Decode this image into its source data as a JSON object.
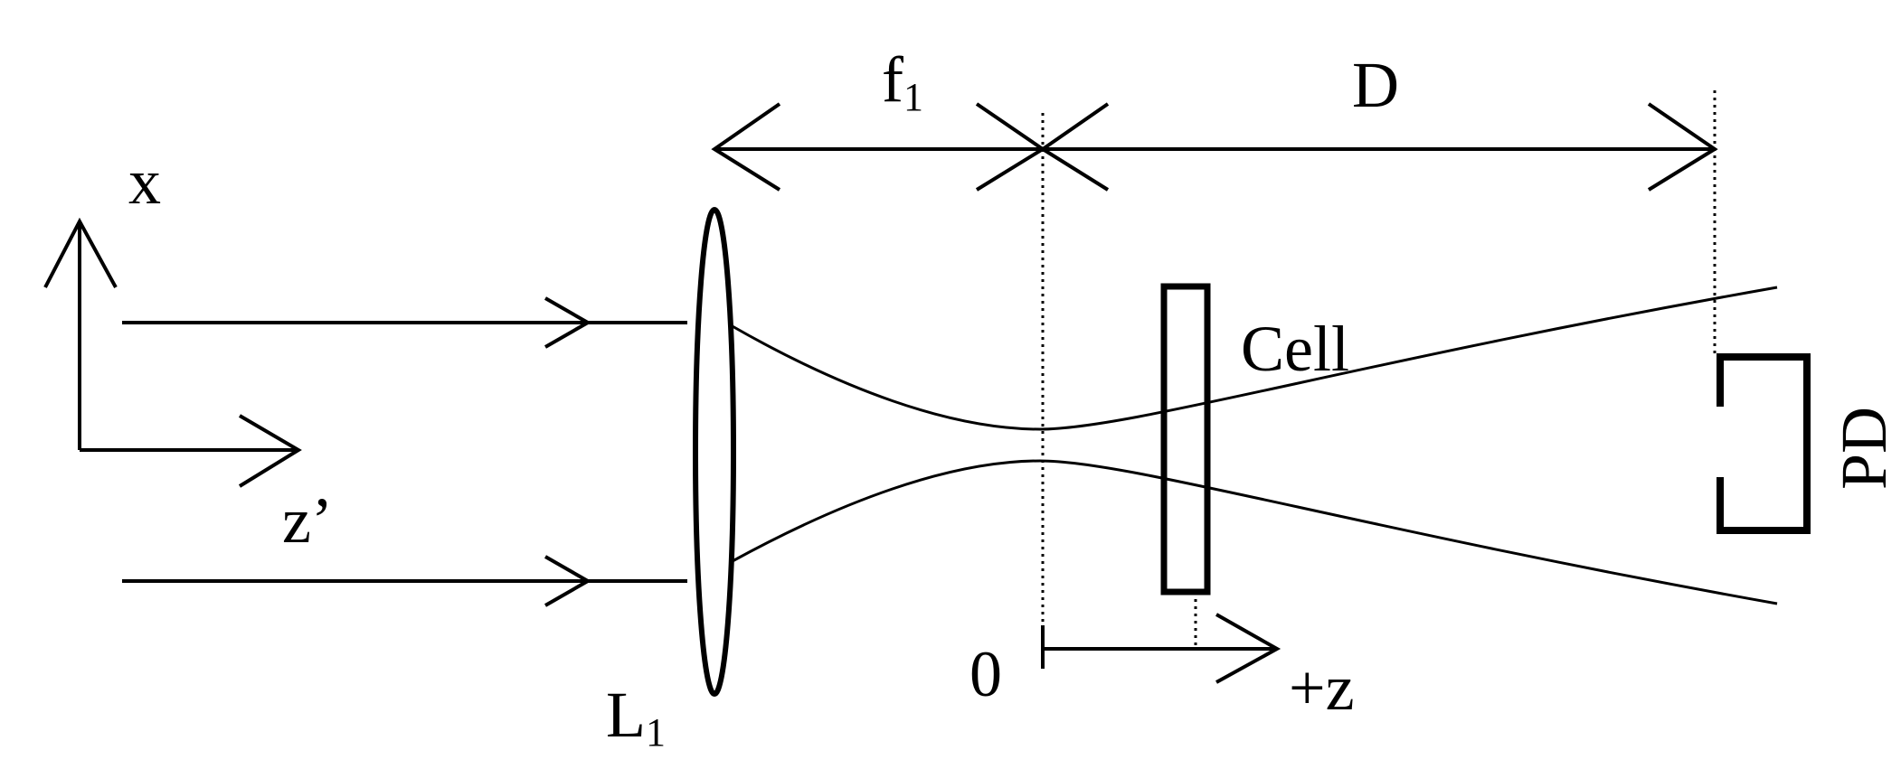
{
  "labels": {
    "f_main": "f",
    "f_sub": "1",
    "distance": "D",
    "axis_x": "x",
    "axis_zprime": "z’",
    "cell": "Cell",
    "lens_main": "L",
    "lens_sub": "1",
    "origin": "0",
    "plus_z": "+z",
    "detector": "PD"
  },
  "colors": {
    "stroke": "#000000",
    "background": "#ffffff"
  }
}
